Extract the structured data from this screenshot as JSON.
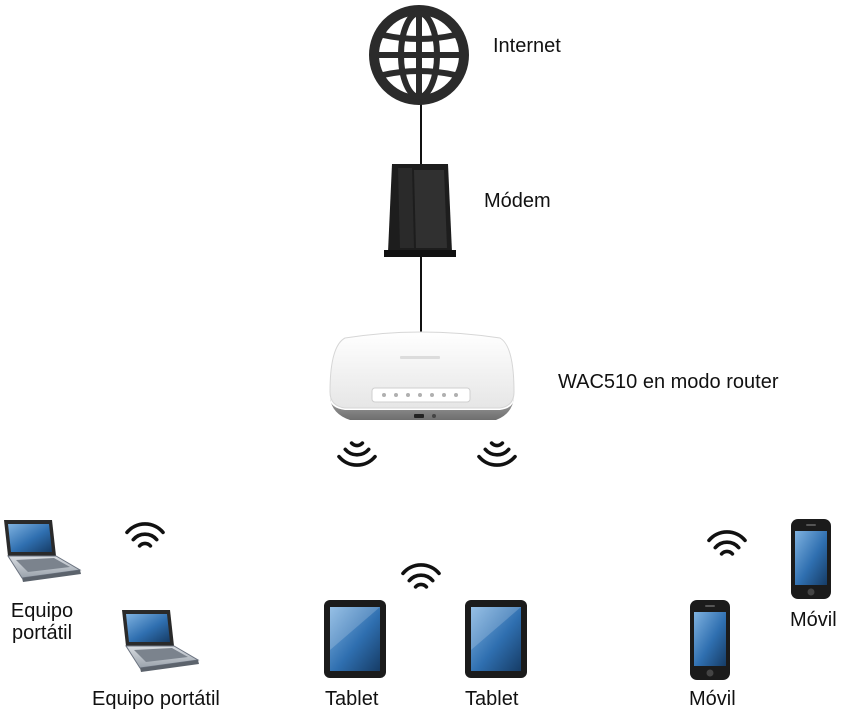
{
  "nodes": {
    "internet": {
      "label": "Internet",
      "icon": "globe-icon"
    },
    "modem": {
      "label": "Módem",
      "icon": "modem-icon"
    },
    "router": {
      "label": "WAC510 en modo router",
      "icon": "access-point-icon"
    },
    "laptop_1": {
      "label_line1": "Equipo",
      "label_line2": "portátil",
      "icon": "laptop-icon"
    },
    "laptop_2": {
      "label": "Equipo portátil",
      "icon": "laptop-icon"
    },
    "tablet_1": {
      "label": "Tablet",
      "icon": "tablet-icon"
    },
    "tablet_2": {
      "label": "Tablet",
      "icon": "tablet-icon"
    },
    "phone_1": {
      "label": "Móvil",
      "icon": "smartphone-icon"
    },
    "phone_2": {
      "label": "Móvil",
      "icon": "smartphone-icon"
    }
  },
  "colors": {
    "line": "#111111",
    "icon_dark": "#222222",
    "router_body": "#f4f4f4",
    "router_base": "#8a8a8a",
    "screen": "#2f6fb0"
  }
}
